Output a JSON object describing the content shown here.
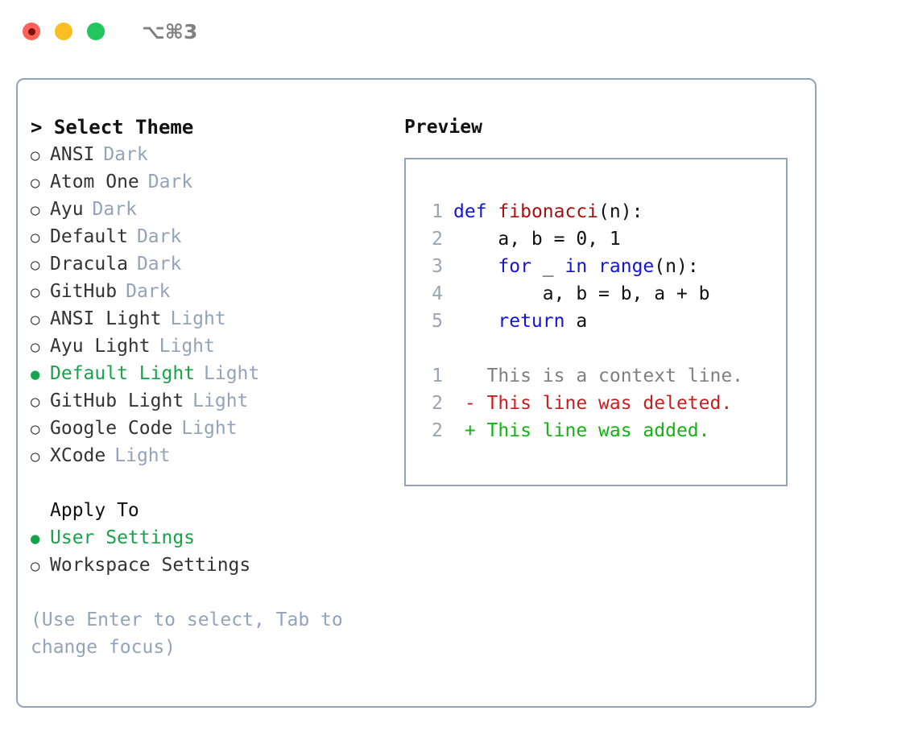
{
  "titlebar": {
    "shortcut": "⌥⌘3",
    "lights": [
      {
        "name": "close",
        "color": "#ff6058"
      },
      {
        "name": "minimize",
        "color": "#fbbf24"
      },
      {
        "name": "maximize",
        "color": "#22c55e"
      }
    ]
  },
  "colors": {
    "border": "#94a3b8",
    "muted": "#94a3b8",
    "text": "#333333",
    "selected": "#16a34a",
    "keyword": "#1414d6",
    "function": "#a81010",
    "diff_context": "#808080",
    "diff_deleted": "#c81e1e",
    "diff_added": "#12b312",
    "lineno": "#9aa5b1"
  },
  "theme_panel": {
    "title": "> Select Theme",
    "bullet_unselected": "○",
    "bullet_selected": "●",
    "items": [
      {
        "name": "ANSI",
        "kind": "Dark",
        "selected": false
      },
      {
        "name": "Atom One",
        "kind": "Dark",
        "selected": false
      },
      {
        "name": "Ayu",
        "kind": "Dark",
        "selected": false
      },
      {
        "name": "Default",
        "kind": "Dark",
        "selected": false
      },
      {
        "name": "Dracula",
        "kind": "Dark",
        "selected": false
      },
      {
        "name": "GitHub",
        "kind": "Dark",
        "selected": false
      },
      {
        "name": "ANSI Light",
        "kind": "Light",
        "selected": false
      },
      {
        "name": "Ayu Light",
        "kind": "Light",
        "selected": false
      },
      {
        "name": "Default Light",
        "kind": "Light",
        "selected": true
      },
      {
        "name": "GitHub Light",
        "kind": "Light",
        "selected": false
      },
      {
        "name": "Google Code",
        "kind": "Light",
        "selected": false
      },
      {
        "name": "XCode",
        "kind": "Light",
        "selected": false
      }
    ]
  },
  "apply_to": {
    "title": "Apply To",
    "items": [
      {
        "name": "User Settings",
        "selected": true
      },
      {
        "name": "Workspace Settings",
        "selected": false
      }
    ]
  },
  "hint": "(Use Enter to select, Tab to change focus)",
  "preview": {
    "title": "Preview",
    "code_lines": [
      {
        "num": "1",
        "tokens": [
          {
            "t": "def",
            "c": "kw"
          },
          {
            "t": " ",
            "c": "code-txt"
          },
          {
            "t": "fibonacci",
            "c": "fn"
          },
          {
            "t": "(n):",
            "c": "code-txt"
          }
        ]
      },
      {
        "num": "2",
        "tokens": [
          {
            "t": "    a, b = 0, 1",
            "c": "code-txt"
          }
        ]
      },
      {
        "num": "3",
        "tokens": [
          {
            "t": "    ",
            "c": "code-txt"
          },
          {
            "t": "for",
            "c": "kw"
          },
          {
            "t": " _ ",
            "c": "code-txt"
          },
          {
            "t": "in",
            "c": "kw"
          },
          {
            "t": " ",
            "c": "code-txt"
          },
          {
            "t": "range",
            "c": "kw"
          },
          {
            "t": "(n):",
            "c": "code-txt"
          }
        ]
      },
      {
        "num": "4",
        "tokens": [
          {
            "t": "        a, b = b, a + b",
            "c": "code-txt"
          }
        ]
      },
      {
        "num": "5",
        "tokens": [
          {
            "t": "    ",
            "c": "code-txt"
          },
          {
            "t": "return",
            "c": "kw"
          },
          {
            "t": " a",
            "c": "code-txt"
          }
        ]
      }
    ],
    "diff_lines": [
      {
        "num": "1",
        "tokens": [
          {
            "t": "   This is a context line.",
            "c": "ctx"
          }
        ]
      },
      {
        "num": "2",
        "tokens": [
          {
            "t": " - This line was deleted.",
            "c": "del"
          }
        ]
      },
      {
        "num": "2",
        "tokens": [
          {
            "t": " + This line was added.",
            "c": "add"
          }
        ]
      }
    ]
  }
}
